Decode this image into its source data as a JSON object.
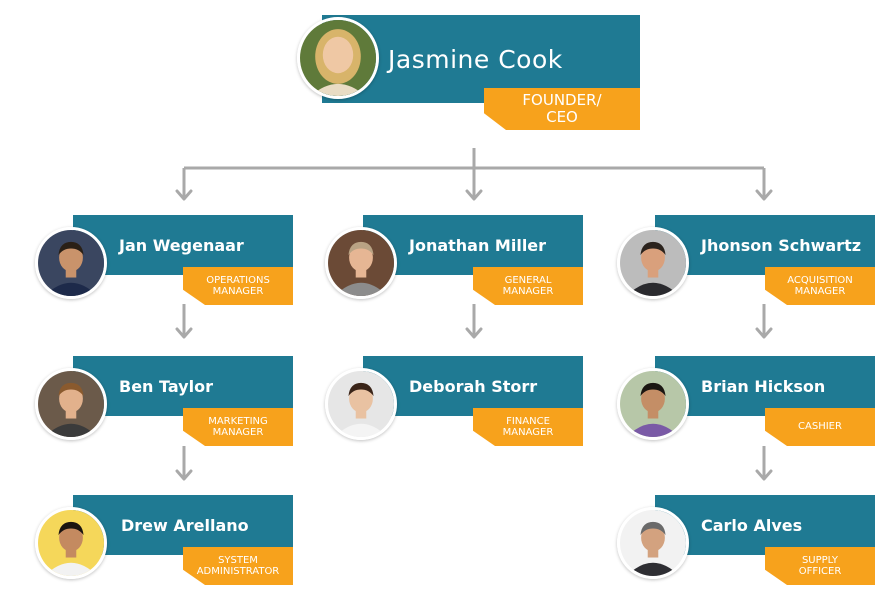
{
  "colors": {
    "bar": "#1f7a93",
    "tag": "#f7a21c",
    "line": "#a9a9a9"
  },
  "ceo": {
    "name": "Jasmine Cook",
    "title": "FOUNDER/\nCEO",
    "avatar_icon": "person-photo"
  },
  "columns": [
    {
      "people": [
        {
          "name": "Jan Wegenaar",
          "title": "OPERATIONS\nMANAGER",
          "skin": "#c9936b",
          "hair": "#2a2016",
          "shirt": "#1d2a4a",
          "bg": "#3a4660"
        },
        {
          "name": "Ben Taylor",
          "title": "MARKETING\nMANAGER",
          "skin": "#e2b18c",
          "hair": "#8a5a2e",
          "shirt": "#3b3b3b",
          "bg": "#6b5a4a"
        },
        {
          "name": "Drew Arellano",
          "title": "SYSTEM\nADMINISTRATOR",
          "skin": "#c48a60",
          "hair": "#1a1410",
          "shirt": "#f2f2f2",
          "bg": "#f5d75a"
        }
      ]
    },
    {
      "people": [
        {
          "name": "Jonathan Miller",
          "title": "GENERAL\nMANAGER",
          "skin": "#e6b694",
          "hair": "#b9a384",
          "shirt": "#8c8c8c",
          "bg": "#6b4a36"
        },
        {
          "name": "Deborah Storr",
          "title": "FINANCE\nMANAGER",
          "skin": "#e9c2a2",
          "hair": "#3a2418",
          "shirt": "#f4f4f4",
          "bg": "#e6e6e6"
        }
      ]
    },
    {
      "people": [
        {
          "name": "Jhonson Schwartz",
          "title": "ACQUISITION\nMANAGER",
          "skin": "#d9a07c",
          "hair": "#2b231d",
          "shirt": "#2a2a2e",
          "bg": "#bcbcbc"
        },
        {
          "name": "Brian Hickson",
          "title": "CASHIER",
          "skin": "#c48e66",
          "hair": "#1b1612",
          "shirt": "#7a5aa6",
          "bg": "#b7c7a8"
        },
        {
          "name": "Carlo Alves",
          "title": "SUPPLY\nOFFICER",
          "skin": "#d3a27f",
          "hair": "#6a6a6a",
          "shirt": "#2e2e33",
          "bg": "#f2f2f2"
        }
      ]
    }
  ]
}
